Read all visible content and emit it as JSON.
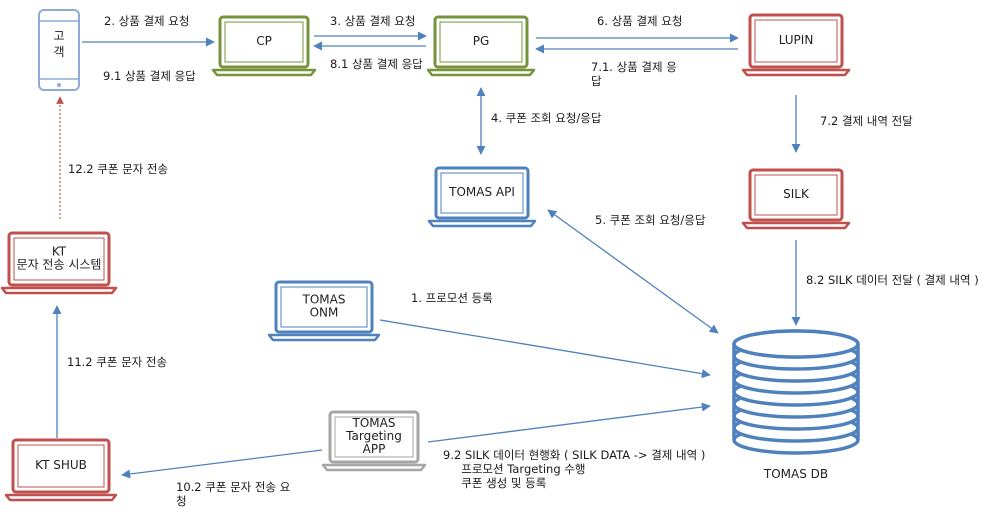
{
  "colors": {
    "green": "#77933c",
    "red": "#c0504d",
    "blue": "#4f81bd",
    "gray": "#a6a6a6",
    "arrow": "#4f81bd",
    "dashed_arrow": "#c0504d"
  },
  "nodes": {
    "customer": {
      "label": "고\n객",
      "icon": "mobile-phone-icon"
    },
    "cp": {
      "label": "CP",
      "icon": "laptop-icon"
    },
    "pg": {
      "label": "PG",
      "icon": "laptop-icon"
    },
    "lupin": {
      "label": "LUPIN",
      "icon": "laptop-icon"
    },
    "silk": {
      "label": "SILK",
      "icon": "laptop-icon"
    },
    "tomas_api": {
      "label": "TOMAS API",
      "icon": "laptop-icon"
    },
    "tomas_onm": {
      "label": "TOMAS\nONM",
      "icon": "laptop-icon"
    },
    "kt_sms": {
      "label": "KT\n문자 전송 시스템",
      "icon": "laptop-icon"
    },
    "kt_shub": {
      "label": "KT SHUB",
      "icon": "laptop-icon"
    },
    "targeting_app": {
      "label": "TOMAS\nTargeting\nAPP",
      "icon": "laptop-icon"
    },
    "tomas_db": {
      "label": "TOMAS DB",
      "icon": "database-icon"
    }
  },
  "edges": {
    "e2": "2. 상품 결제 요청",
    "e91": "9.1 상품 결제 응답",
    "e3": "3. 상품 결제 요청",
    "e81": "8.1 상품 결제 응답",
    "e6": "6. 상품 결제 요청",
    "e71": "7.1. 상품 결제 응\n답",
    "e72": "7.2 결제 내역 전달",
    "e4": "4. 쿠폰 조회 요청/응답",
    "e5": "5. 쿠폰 조회 요청/응답",
    "e82": "8.2 SILK 데이터 전달 ( 결제 내역 )",
    "e1": "1. 프로모션 등록",
    "e122": "12.2 쿠폰 문자 전송",
    "e112": "11.2 쿠폰 문자 전송",
    "e102": "10.2 쿠폰 문자 전송 요\n청",
    "e92": "9.2 SILK 데이터 현행화 ( SILK DATA -> 결제 내역 )\n     프로모션 Targeting 수행\n     쿠폰 생성 및 등록"
  }
}
